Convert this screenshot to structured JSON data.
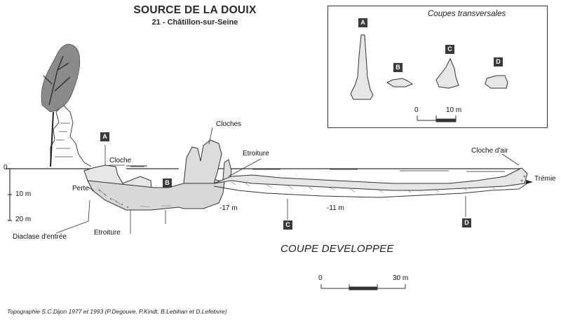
{
  "title": "SOURCE DE LA DOUIX",
  "subtitle": "21 - Châtillon-sur-Seine",
  "inset": {
    "title": "Coupes transversales",
    "scale_start": "0",
    "scale_end": "10 m"
  },
  "section_markers": [
    "A",
    "B",
    "C",
    "D"
  ],
  "profile": {
    "title": "COUPE DEVELOPPEE",
    "depth_axis": {
      "top": "0",
      "mid": "10 m",
      "bottom": "20 m"
    },
    "labels": {
      "cloche": "Cloche",
      "cloches": "Cloches",
      "etroiture_upper": "Etroiture",
      "etroiture_lower": "Etroiture",
      "perte": "Perte",
      "diaclase": "Diaclase d'entrée",
      "depth_17": "-17 m",
      "depth_11": "-11 m",
      "cloche_air": "Cloche d'air",
      "tremie": "Trémie"
    },
    "scale_start": "0",
    "scale_end": "30 m"
  },
  "credit": "Topographie S.C.Dijon 1977 et 1993 (P.Degouve, P.Kindt, B.Lebihan et D.Lefebvre)"
}
